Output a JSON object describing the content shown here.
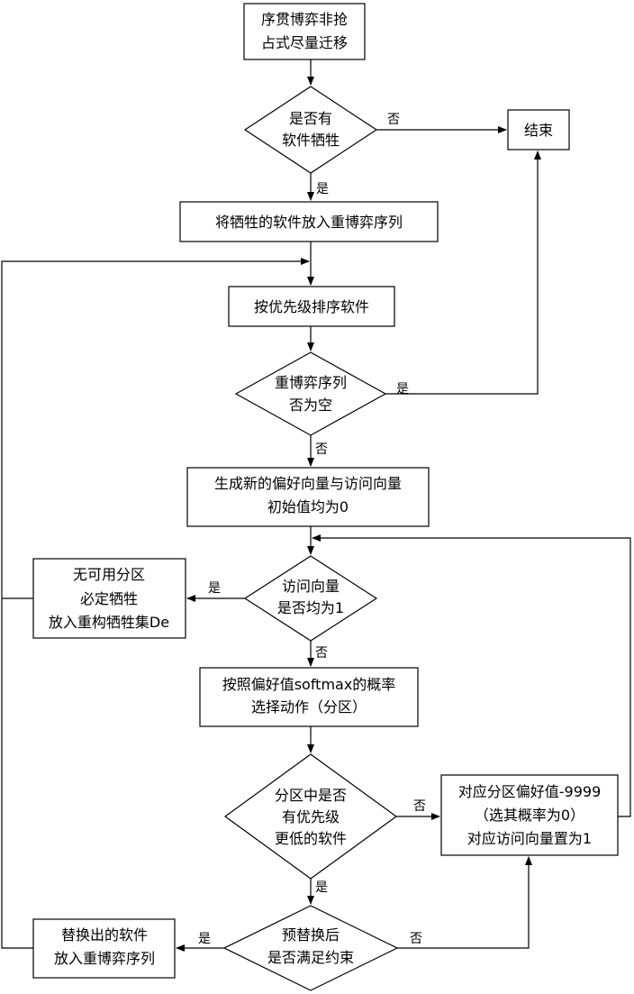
{
  "nodes": {
    "start": [
      "序贯博弈非抢",
      "占式尽量迁移"
    ],
    "has_victim": [
      "是否有",
      "软件牺牲"
    ],
    "end": [
      "结束"
    ],
    "put_victim": [
      "将牺牲的软件放入重博弈序列"
    ],
    "sort": [
      "按优先级排序软件"
    ],
    "queue_empty": [
      "重博弈序列",
      "否为空"
    ],
    "gen_vectors": [
      "生成新的偏好向量与访问向量",
      "初始值均为0"
    ],
    "visit_all": [
      "访问向量",
      "是否均为1"
    ],
    "no_partition": [
      "无可用分区",
      "必定牺牲",
      "放入重构牺牲集De"
    ],
    "choose_action": [
      "按照偏好值softmax的概率",
      "选择动作（分区）"
    ],
    "lower_priority": [
      "分区中是否",
      "有优先级",
      "更低的软件"
    ],
    "set_pref": [
      "对应分区偏好值-9999",
      "（选其概率为0）",
      "对应访问向量置为1"
    ],
    "after_replace": [
      "预替换后",
      "是否满足约束"
    ],
    "replaced_out": [
      "替换出的软件",
      "放入重博弈序列"
    ]
  },
  "edge_labels": {
    "has_victim_no": "否",
    "has_victim_yes": "是",
    "queue_empty_yes": "是",
    "queue_empty_no": "否",
    "visit_all_yes": "是",
    "visit_all_no": "否",
    "lower_priority_no": "否",
    "lower_priority_yes": "是",
    "after_replace_yes": "是",
    "after_replace_no": "否"
  }
}
